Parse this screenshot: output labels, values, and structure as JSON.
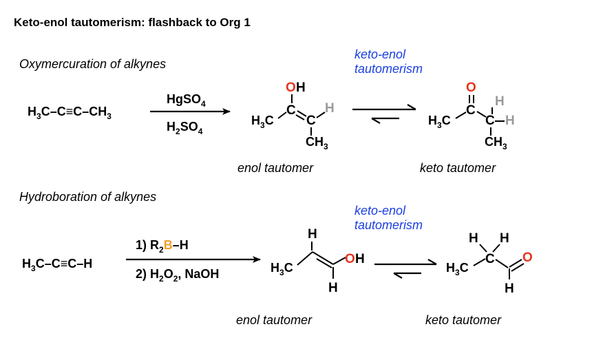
{
  "title": "Keto-enol tautomerism: flashback to Org 1",
  "colors": {
    "text": "#000000",
    "oxygen": "#e8351f",
    "boron": "#f0a030",
    "hydrogen_gray": "#9a9a9a",
    "label_blue": "#1a3fe0"
  },
  "row1": {
    "heading": "Oxymercuration of alkynes",
    "reactant": {
      "C": "C",
      "H": "H",
      "sub3": "3",
      "triple": "≡",
      "dash": "–"
    },
    "reagent_top": {
      "main": "HgSO",
      "sub": "4"
    },
    "reagent_bottom": {
      "a": "H",
      "sub2": "2",
      "b": "SO",
      "sub4": "4"
    },
    "enol": {
      "O": "O",
      "H": "H",
      "C": "C",
      "sub3": "3"
    },
    "tautomerism_label_1": "keto-enol",
    "tautomerism_label_2": "tautomerism",
    "keto": {
      "O": "O",
      "H": "H",
      "C": "C",
      "sub3": "3"
    },
    "enol_caption": "enol tautomer",
    "keto_caption": "keto tautomer"
  },
  "row2": {
    "heading": "Hydroboration of alkynes",
    "reactant": {
      "C": "C",
      "H": "H",
      "sub3": "3",
      "triple": "≡",
      "dash": "–"
    },
    "reagent_top": {
      "num": "1) ",
      "R": "R",
      "sub2": "2",
      "B": "B",
      "dashH": "–H"
    },
    "reagent_bottom": {
      "num": "2) ",
      "H": "H",
      "sub2": "2",
      "O": "O",
      "rest": ", NaOH"
    },
    "enol": {
      "O": "O",
      "H": "H",
      "C": "C",
      "sub3": "3"
    },
    "tautomerism_label_1": "keto-enol",
    "tautomerism_label_2": "tautomerism",
    "keto": {
      "O": "O",
      "H": "H",
      "C": "C",
      "sub3": "3"
    },
    "enol_caption": "enol tautomer",
    "keto_caption": "keto tautomer"
  }
}
